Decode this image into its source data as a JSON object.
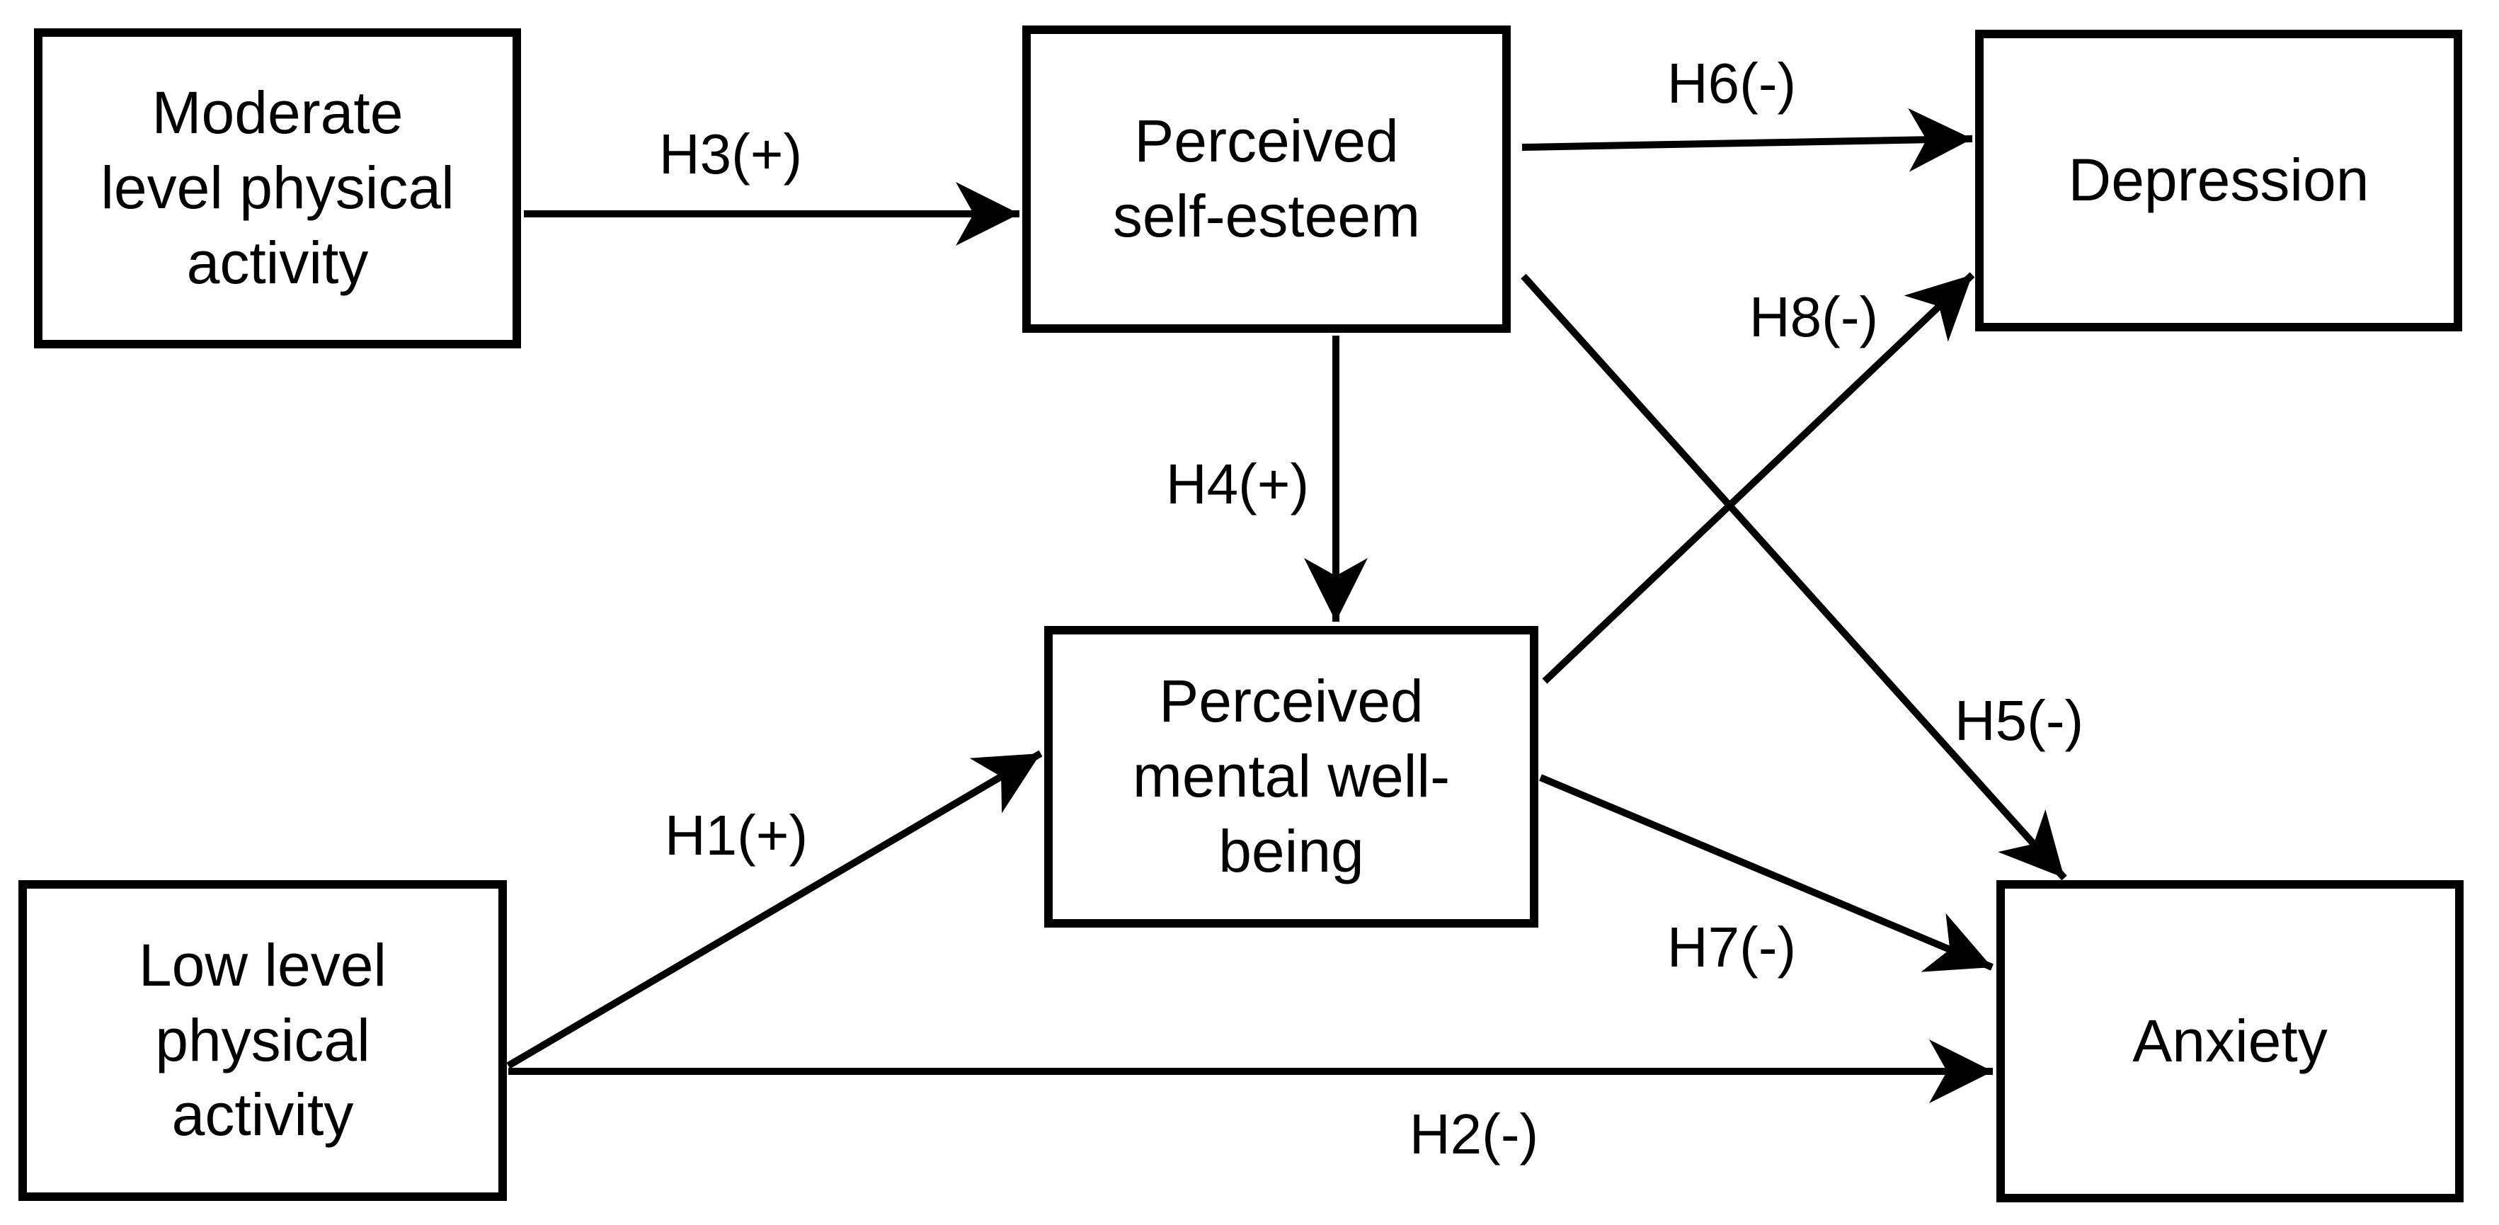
{
  "diagram": {
    "background_color": "#ffffff",
    "line_color": "#000000",
    "nodes": {
      "moderate_pa": {
        "label": "Moderate\nlevel physical\nactivity"
      },
      "self_esteem": {
        "label": "Perceived\nself-esteem"
      },
      "depression": {
        "label": "Depression"
      },
      "mental_wellbeing": {
        "label": "Perceived\nmental well-\nbeing"
      },
      "low_pa": {
        "label": "Low level\nphysical\nactivity"
      },
      "anxiety": {
        "label": "Anxiety"
      }
    },
    "hypotheses": {
      "h1": {
        "label": "H1(+)",
        "sign": "+",
        "from": "low_pa",
        "to": "mental_wellbeing"
      },
      "h2": {
        "label": "H2(-)",
        "sign": "-",
        "from": "low_pa",
        "to": "anxiety"
      },
      "h3": {
        "label": "H3(+)",
        "sign": "+",
        "from": "moderate_pa",
        "to": "self_esteem"
      },
      "h4": {
        "label": "H4(+)",
        "sign": "+",
        "from": "self_esteem",
        "to": "mental_wellbeing"
      },
      "h5": {
        "label": "H5(-)",
        "sign": "-",
        "from": "self_esteem",
        "to": "anxiety"
      },
      "h6": {
        "label": "H6(-)",
        "sign": "-",
        "from": "self_esteem",
        "to": "depression"
      },
      "h7": {
        "label": "H7(-)",
        "sign": "-",
        "from": "mental_wellbeing",
        "to": "anxiety"
      },
      "h8": {
        "label": "H8(-)",
        "sign": "-",
        "from": "mental_wellbeing",
        "to": "depression"
      }
    }
  }
}
